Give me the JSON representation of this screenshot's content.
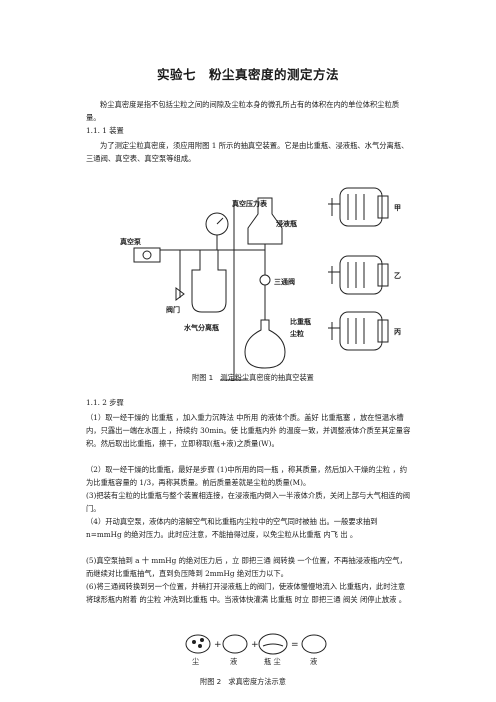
{
  "title": "实验七　粉尘真密度的测定方法",
  "intro": "粉尘真密度是指不包括尘粒之间的间隙及尘粒本身的微孔所占有的体积在内的单位体积尘粒质量。",
  "s1_heading": "1.1. 1  装置",
  "s1_text": "为了测定尘粒真密度，须应用附图 1 所示的抽真空装置。它是由比重瓶、浸液瓶、水气分离瓶、三通阀、真空表、真空泵等组成。",
  "figure1": {
    "labels": {
      "gauge": "真空压力表",
      "soak": "浸液瓶",
      "pump": "真空泵",
      "threeway": "三通阀",
      "valve": "阀门",
      "separator": "水气分离瓶",
      "pycno_a": "比重瓶",
      "pycno_b": "尘粒"
    },
    "right_labels": [
      "甲",
      "乙",
      "丙"
    ],
    "caption": "附图 1　测定粉尘真密度的抽真空装置"
  },
  "s2_heading": "1.1. 2  步骤",
  "steps": [
    "（1）取一经干燥的 比重瓶 ，加入重力沉降法 中所用 的液体个质。盖好 比重瓶塞 ，放在恒温水槽 内，只露出一端在水面上 ，持续约 30min。使 比重瓶内外 的温度一致，并调整液体介质至其定量容积。然后取出比重瓶，擦干，立即称取(瓶+液)之质量(W)。",
    "（2）取一经干燥的比重瓶，最好是步骤 (1)中所用的同一瓶 ，称其质量，然后加入干燥的尘粒 ，约为比重瓶容量的 1/3，再称其质量。前后质量差就是尘粒的质量(M)。",
    "(3)把装有尘粒的比重瓶与整个装置相连接，在浸液瓶内倒入一半液体介质，关闭上部与大气相连的阀门。",
    "（4）开动真空泵，液体内的溶解空气和比重瓶内尘粒中的空气同时被抽 出。一般要求抽到 n=mmHg 的绝对压力。此时应注意，不能抽得过度，以免尘粒从比重瓶 内飞 出 。",
    "(5)真空泵抽到 a 十 mmHg 的绝对压力后 ，立 即把三通 阀转换 一个位置，不再抽浸液瓶内空气，而继续对比重瓶抽气，直到负压降到 2mmHg 绝对压力以下。",
    "(6)将三通阀转换到另一个位置，并稍打开浸液瓶上的阀门，使液体慢慢地流入 比重瓶内，此时注意将球形瓶内附着 的尘粒 冲洗到比重瓶 中。当液体快灌满 比重瓶 时立 即把三通 阀关 闭停止放液 。"
  ],
  "figure2": {
    "labels": [
      "尘",
      "液",
      "瓶 尘",
      "液"
    ],
    "caption": "附图 2　求真密度方法示意"
  }
}
